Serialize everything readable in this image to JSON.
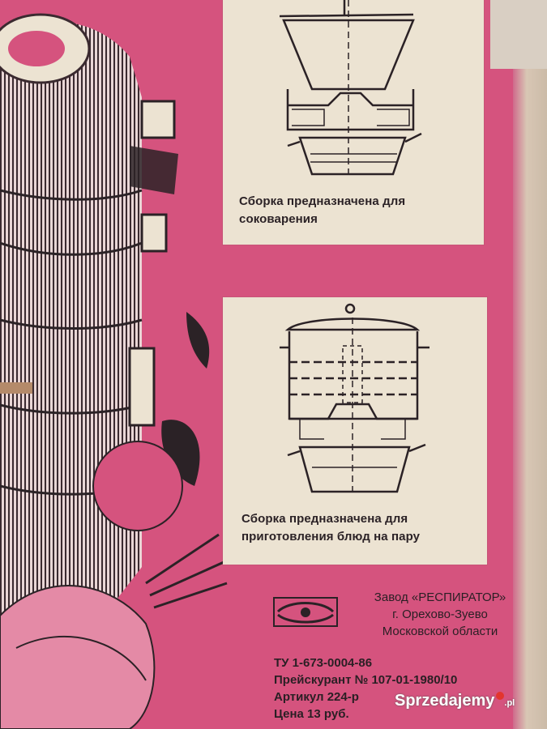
{
  "panels": [
    {
      "caption_line1": "Сборка предназначена для",
      "caption_line2": "соковарения"
    },
    {
      "caption_line1": "Сборка предназначена для",
      "caption_line2": "приготовления блюд на пару"
    }
  ],
  "factory": {
    "line1": "Завод «РЕСПИРАТОР»",
    "line2": "г. Орехово-Зуево",
    "line3": "Московской области"
  },
  "specs": {
    "tu": "ТУ 1-673-0004-86",
    "price_list": "Прейскурант № 107-01-1980/10",
    "article": "Артикул 224-р",
    "price": "Цена 13 руб."
  },
  "watermark": {
    "text": "Sprzedajemy",
    "suffix": ".pl"
  },
  "colors": {
    "pink": "#d5537e",
    "panel": "#ece3d2",
    "ink": "#2b2226"
  }
}
